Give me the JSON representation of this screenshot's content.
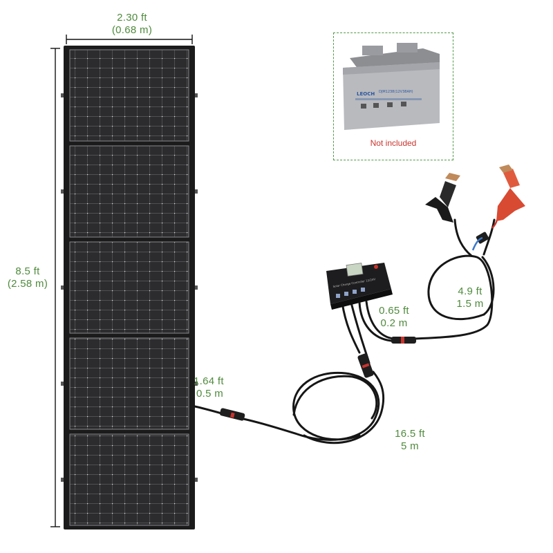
{
  "dimensions": {
    "width_ft": "2.30 ft",
    "width_m": "(0.68 m)",
    "height_ft": "8.5 ft",
    "height_m": "(2.58 m)"
  },
  "cables": {
    "panel_lead_ft": "1.64 ft",
    "panel_lead_m": "0.5 m",
    "extension_ft": "16.5 ft",
    "extension_m": "5 m",
    "controller_lead_ft": "0.65 ft",
    "controller_lead_m": "0.2 m",
    "battery_lead_ft": "4.9 ft",
    "battery_lead_m": "1.5 m"
  },
  "battery": {
    "note": "Not included",
    "brand": "LEOCH",
    "model": "DJM1238(12V38AH)"
  },
  "controller": {
    "label": "Solar Charge Controller 12/24V"
  },
  "colors": {
    "label_green": "#4f8a3c",
    "note_red": "#c8352e",
    "panel_cell": "#2b2b2b",
    "clamp_red": "#d84a32"
  }
}
